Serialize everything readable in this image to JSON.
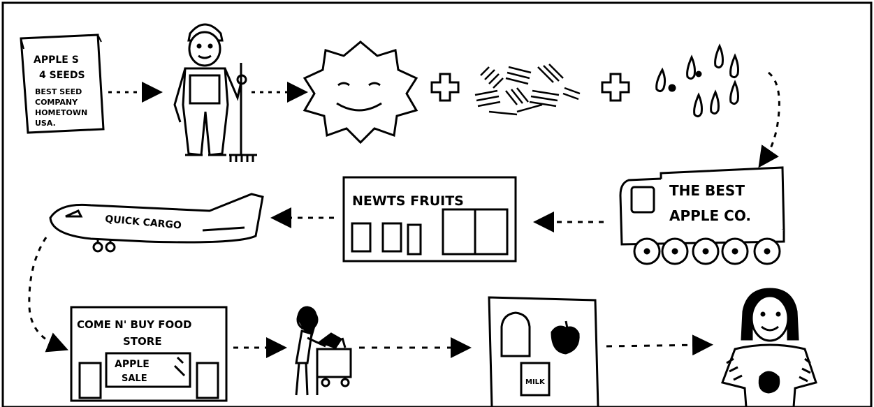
{
  "seed_packet": {
    "line1": "APPLE S",
    "line2": "4 SEEDS",
    "line3": "BEST SEED",
    "line4": "COMPANY",
    "line5": "HOMETOWN",
    "line6": "USA."
  },
  "truck": {
    "line1": "THE BEST",
    "line2": "APPLE CO."
  },
  "market": {
    "sign": "NEWTS FRUITS"
  },
  "plane": {
    "label": "QUICK CARGO"
  },
  "store": {
    "line1": "COME N' BUY FOOD",
    "line2": "STORE",
    "window1": "APPLE",
    "window2": "SALE"
  },
  "groceries": {
    "milk_label": "MILK"
  }
}
